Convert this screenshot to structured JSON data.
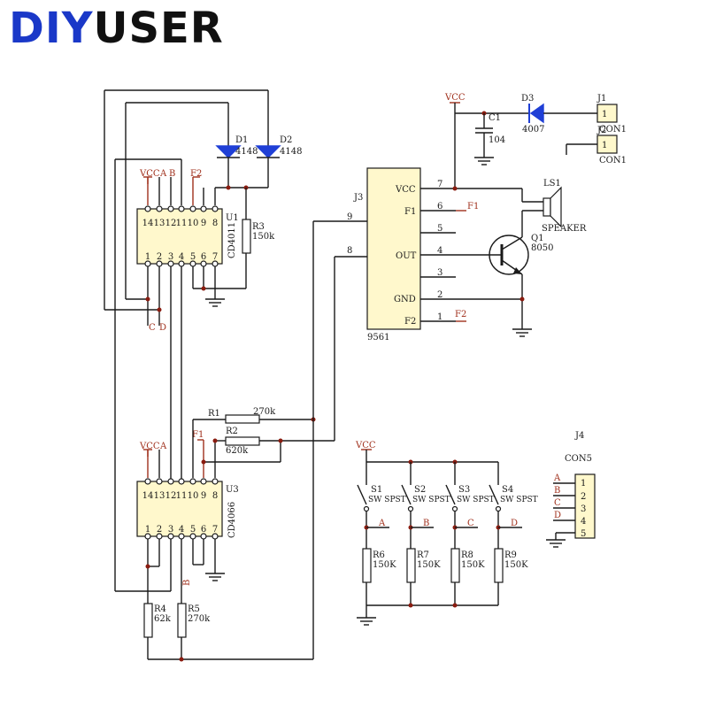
{
  "logo": {
    "part1": "DIY",
    "part2": "USER"
  },
  "colors": {
    "brand_blue": "#1a38c8",
    "power_label": "#a0301c",
    "ic_fill": "#fff8cc",
    "diode_blue": "#1f3fd6"
  },
  "u1": {
    "ref": "U1",
    "name": "CD4011",
    "top_pins": [
      "14",
      "13",
      "12",
      "11",
      "10",
      "9",
      "8"
    ],
    "bottom_pins": [
      "1",
      "2",
      "3",
      "4",
      "5",
      "6",
      "7"
    ],
    "labels": [
      "VCC",
      "A",
      "B",
      "F2"
    ]
  },
  "u3": {
    "ref": "U3",
    "name": "CD4066",
    "top_pins": [
      "14",
      "13",
      "12",
      "11",
      "10",
      "9",
      "8"
    ],
    "bottom_pins": [
      "1",
      "2",
      "3",
      "4",
      "5",
      "6",
      "7"
    ],
    "labels": [
      "VCC",
      "A",
      "F1"
    ]
  },
  "bottom_labels": {
    "c": "C",
    "d": "D",
    "b": "B"
  },
  "diodes": [
    {
      "ref": "D1",
      "value": "4148"
    },
    {
      "ref": "D2",
      "value": "4148"
    },
    {
      "ref": "D3",
      "value": "4007"
    }
  ],
  "resistors": {
    "r1": {
      "ref": "R1",
      "value": "270k"
    },
    "r2": {
      "ref": "R2",
      "value": "620k"
    },
    "r3": {
      "ref": "R3",
      "value": "150k"
    },
    "r4": {
      "ref": "R4",
      "value": "62k"
    },
    "r5": {
      "ref": "R5",
      "value": "270k"
    },
    "r6": {
      "ref": "R6",
      "value": "150K"
    },
    "r7": {
      "ref": "R7",
      "value": "150K"
    },
    "r8": {
      "ref": "R8",
      "value": "150K"
    },
    "r9": {
      "ref": "R9",
      "value": "150K"
    }
  },
  "j3": {
    "ref": "J3",
    "part": "9561",
    "pins": {
      "vcc": "VCC",
      "f1": "F1",
      "out": "OUT",
      "gnd": "GND",
      "f2": "F2"
    },
    "pin_numbers": {
      "p7": "7",
      "p6": "6",
      "p5": "5",
      "p4": "4",
      "p3": "3",
      "p2": "2",
      "p1": "1",
      "p9": "9",
      "p8": "8"
    },
    "net_f1": "F1",
    "net_f2": "F2"
  },
  "power": {
    "vcc_top": "VCC",
    "vcc_switch": "VCC",
    "c1_ref": "C1",
    "c1_value": "104"
  },
  "connectors": {
    "j1": {
      "ref": "J1",
      "pin": "1",
      "name": "CON1"
    },
    "j2": {
      "ref": "J2",
      "pin": "1",
      "name": "CON1"
    },
    "j4": {
      "ref": "J4",
      "name": "CON5",
      "pins": [
        "1",
        "2",
        "3",
        "4",
        "5"
      ],
      "nets": [
        "A",
        "B",
        "C",
        "D"
      ]
    }
  },
  "speaker": {
    "ref": "LS1",
    "name": "SPEAKER"
  },
  "transistor": {
    "ref": "Q1",
    "part": "8050"
  },
  "switches": [
    {
      "ref": "S1",
      "type": "SW SPST",
      "net": "A"
    },
    {
      "ref": "S2",
      "type": "SW SPST",
      "net": "B"
    },
    {
      "ref": "S3",
      "type": "SW SPST",
      "net": "C"
    },
    {
      "ref": "S4",
      "type": "SW SPST",
      "net": "D"
    }
  ]
}
